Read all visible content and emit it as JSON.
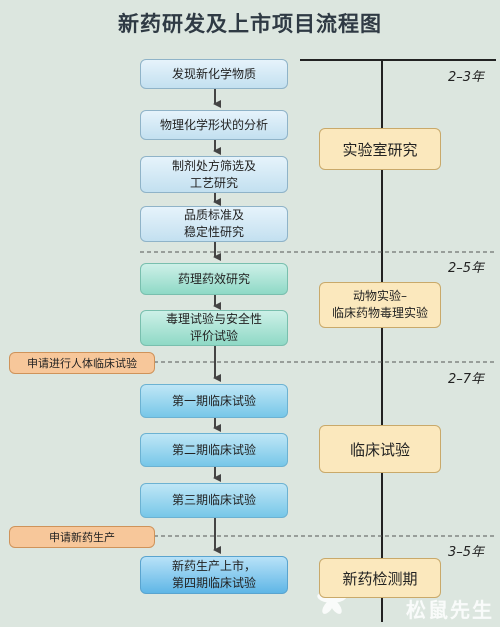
{
  "title": "新药研发及上市项目流程图",
  "steps": [
    {
      "id": "s1",
      "label": "发现新化学物质",
      "group": "lab"
    },
    {
      "id": "s2",
      "label": "物理化学形状的分析",
      "group": "lab"
    },
    {
      "id": "s3",
      "label": "制剂处方筛选及\n工艺研究",
      "group": "lab"
    },
    {
      "id": "s4",
      "label": "品质标准及\n稳定性研究",
      "group": "lab"
    },
    {
      "id": "s5",
      "label": "药理药效研究",
      "group": "animal"
    },
    {
      "id": "s6",
      "label": "毒理试验与安全性\n评价试验",
      "group": "animal"
    },
    {
      "id": "s7",
      "label": "第一期临床试验",
      "group": "clinical"
    },
    {
      "id": "s8",
      "label": "第二期临床试验",
      "group": "clinical"
    },
    {
      "id": "s9",
      "label": "第三期临床试验",
      "group": "clinical"
    },
    {
      "id": "s10",
      "label": "新药生产上市，\n第四期临床试验",
      "group": "market"
    }
  ],
  "stages": [
    {
      "label": "实验室研究",
      "duration": "2–3年"
    },
    {
      "label": "动物实验–\n临床药物毒理实验",
      "duration": "2–5年"
    },
    {
      "label": "临床试验",
      "duration": "2–7年"
    },
    {
      "label": "新药检测期",
      "duration": "3–5年"
    }
  ],
  "applications": [
    {
      "label": "申请进行人体临床试验"
    },
    {
      "label": "申请新药生产"
    }
  ],
  "watermark": "松鼠先生",
  "colors": {
    "background": "#dce6df",
    "line": "#222222",
    "arrow": "#444444",
    "divider": "#555555"
  }
}
